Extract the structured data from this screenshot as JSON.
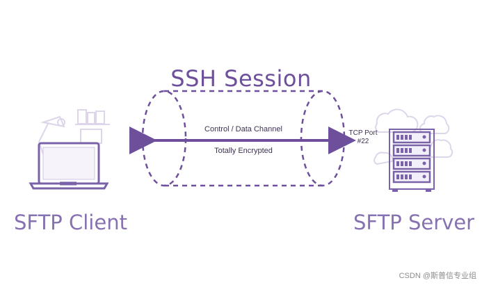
{
  "diagram": {
    "title": "SSH Session",
    "channel_label": "Control / Data Channel",
    "encryption_label": "Totally Encrypted",
    "port_line1": "TCP Port",
    "port_line2": "#22",
    "client_label": "SFTP Client",
    "server_label": "SFTP Server"
  },
  "watermark": "CSDN @斯普信专业组",
  "colors": {
    "accent": "#6d4f9c",
    "label": "#8671b1",
    "line_art": "#ddd6ea"
  },
  "icons": [
    "laptop-icon",
    "desk-lamp-icon",
    "bookshelf-icon",
    "server-rack-icon",
    "cloud-icon"
  ]
}
